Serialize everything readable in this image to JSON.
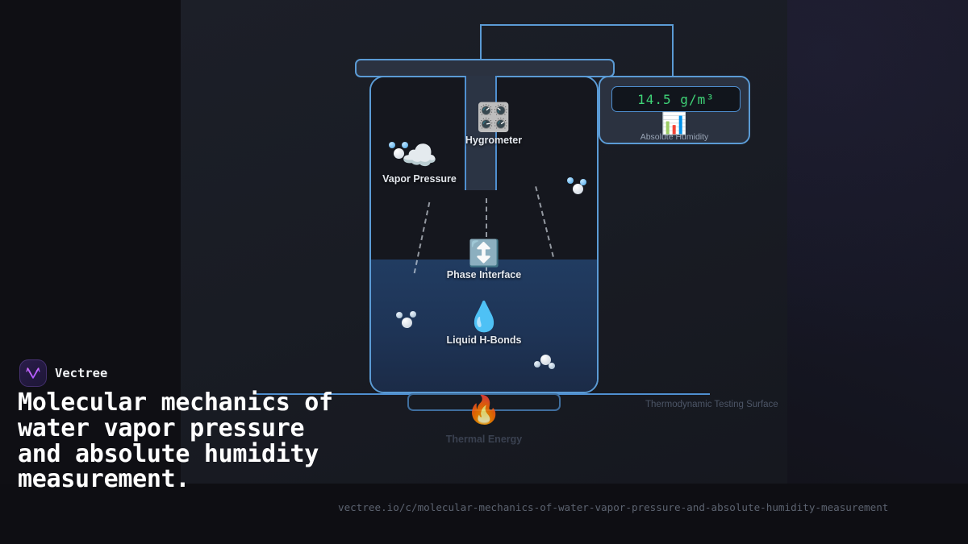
{
  "brand": {
    "name": "Vectree",
    "logo_icon": "vectree-v-logo-icon"
  },
  "headline": "Molecular mechanics of water vapor pressure and absolute humidity measurement.",
  "url": "vectree.io/c/molecular-mechanics-of-water-vapor-pressure-and-absolute-humidity-measurement",
  "illustration": {
    "readout": {
      "value": "14.5 g/m³",
      "label": "Absolute Humidity",
      "icon": "bar-chart-icon",
      "value_color": "#3fd477"
    },
    "nodes": [
      {
        "icon": "control-knobs-icon",
        "glyph": "🎛️",
        "label": "Hygrometer"
      },
      {
        "icon": "cloud-icon",
        "glyph": "☁️",
        "label": "Vapor Pressure"
      },
      {
        "icon": "up-down-arrow-icon",
        "glyph": "↕️",
        "label": "Phase Interface"
      },
      {
        "icon": "droplet-icon",
        "glyph": "💧",
        "label": "Liquid H-Bonds"
      },
      {
        "icon": "fire-icon",
        "glyph": "🔥",
        "label": "Thermal Energy"
      }
    ],
    "surface_caption": "Thermodynamic Testing Surface",
    "accent_color": "#5b9bd5"
  }
}
